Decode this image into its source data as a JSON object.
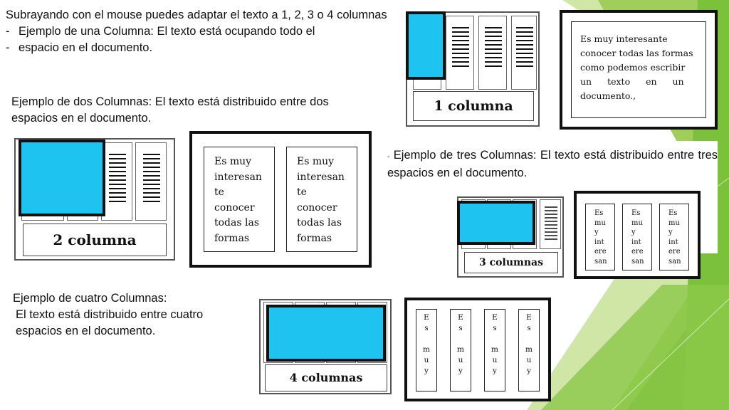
{
  "text": {
    "intro": "Subrayando con el mouse puedes adaptar el texto a 1, 2, 3 o 4 columnas",
    "bullet1": "Ejemplo de una Columna: El texto está ocupando todo el",
    "bullet2": "espacio en el documento.",
    "dash": "-",
    "two_col": "Ejemplo de dos Columnas: El texto está distribuido entre dos espacios en el documento.",
    "three_dash": "-",
    "three_col": "Ejemplo de tres Columnas: El texto está distribuido entre tres espacios en el documento.",
    "four_title": "Ejemplo de cuatro Columnas:",
    "four_body": "El texto está distribuido entre cuatro espacios en el documento."
  },
  "labels": {
    "one": "1 columna",
    "two": "2 columna",
    "three": "3 columnas",
    "four": "4 columnas"
  },
  "docs": {
    "one_lines": [
      "Es muy interesante",
      "conocer todas las formas",
      "como podemos escribir",
      "un texto en un",
      "documento.,"
    ],
    "two_col_lines": [
      "Es muy",
      "interesan",
      "te",
      "conocer",
      "todas las",
      "formas"
    ],
    "three_col_lines": [
      "Es",
      "mu",
      "y",
      "int",
      "ere",
      "san"
    ],
    "four_col_letters": [
      "E",
      "s",
      "",
      "m",
      "u",
      "y"
    ]
  },
  "colors": {
    "accent_blue": "#1ec4ef",
    "green_light": "#a8d26a",
    "green_dark": "#6fb92c"
  }
}
